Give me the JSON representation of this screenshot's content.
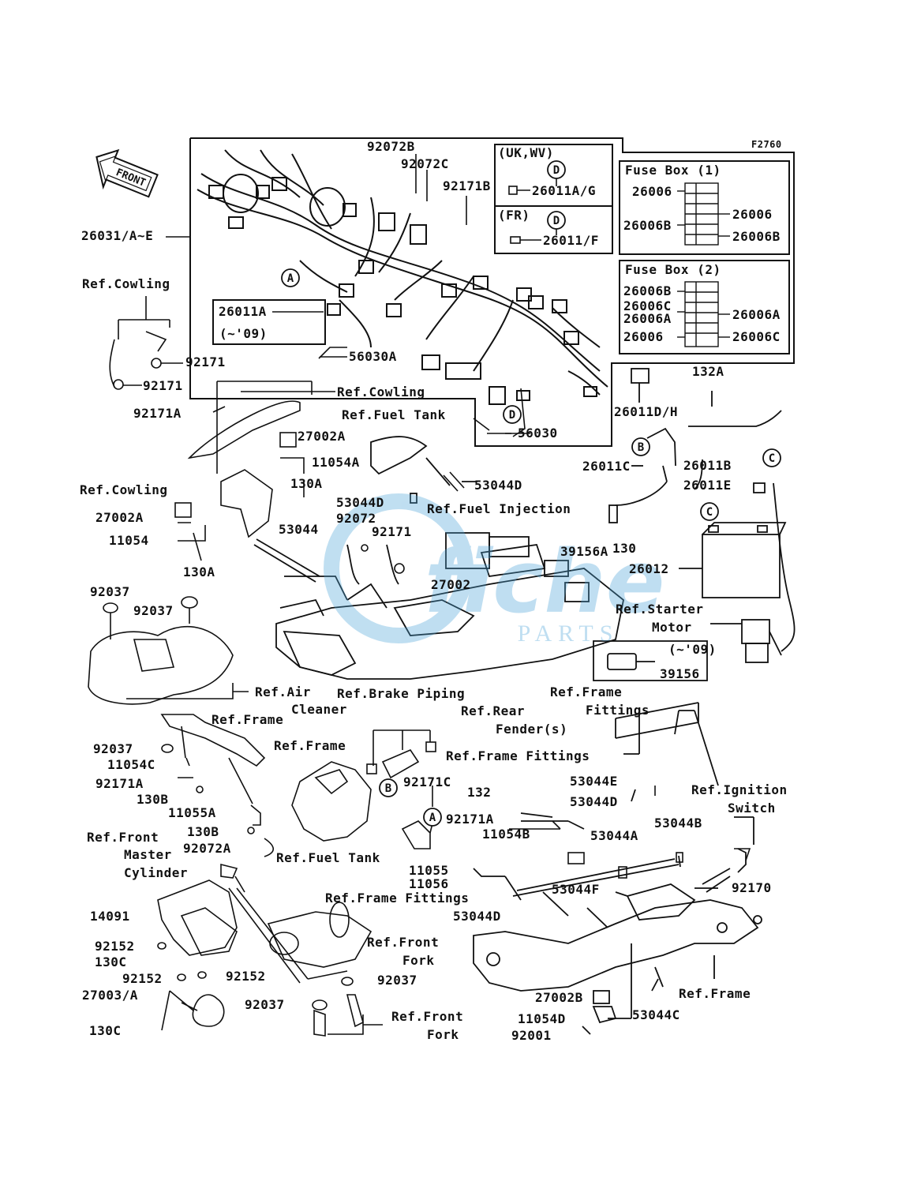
{
  "figure_code": "F2760",
  "front_label": "FRONT",
  "watermark": {
    "brand": "fiche",
    "sub": "PARTS",
    "color": "#4aa3d8"
  },
  "callouts": {
    "A": "A",
    "B": "B",
    "C": "C",
    "D": "D"
  },
  "inset_top": {
    "uk_wv_label": "(UK,WV)",
    "uk_wv_part": "26011A/G",
    "fr_label": "(FR)",
    "fr_part": "26011/F"
  },
  "fuse_box_1": {
    "title": "Fuse Box (1)",
    "left": [
      "26006",
      "26006B"
    ],
    "right": [
      "26006",
      "26006B"
    ]
  },
  "fuse_box_2": {
    "title": "Fuse Box (2)",
    "left": [
      "26006B",
      "26006C",
      "26006A",
      "26006"
    ],
    "right": [
      "26006A",
      "26006C"
    ]
  },
  "labels": {
    "p92072B": "92072B",
    "p92072C": "92072C",
    "p92171B": "92171B",
    "p26031": "26031/A~E",
    "p26011A": "26011A",
    "until09a": "(~'09)",
    "p56030A": "56030A",
    "p56030": "56030",
    "p26011DH": "26011D/H",
    "p132A": "132A",
    "p26011C": "26011C",
    "p26011B": "26011B",
    "p26011E": "26011E",
    "p130": "130",
    "p26012": "26012",
    "ref_starter_1": "Ref.Starter",
    "ref_starter_2": "Motor",
    "until09b": "(~'09)",
    "p39156": "39156",
    "p39156A": "39156A",
    "ref_cowling_1": "Ref.Cowling",
    "p92171_1": "92171",
    "p92171_2": "92171",
    "p92171A_1": "92171A",
    "ref_cowling_2": "Ref.Cowling",
    "ref_fuel_tank_1": "Ref.Fuel Tank",
    "p27002A_1": "27002A",
    "p11054A": "11054A",
    "ref_cowling_3": "Ref.Cowling",
    "p130A_1": "130A",
    "p27002A_2": "27002A",
    "p11054": "11054",
    "p130A_2": "130A",
    "p53044D_1": "53044D",
    "p53044D_2": "53044D",
    "p92072": "92072",
    "ref_fuel_inj": "Ref.Fuel Injection",
    "p53044": "53044",
    "p92171_3": "92171",
    "p27002": "27002",
    "p92037_1": "92037",
    "p92037_2": "92037",
    "ref_air_1": "Ref.Air",
    "ref_air_2": "Cleaner",
    "ref_brake": "Ref.Brake Piping",
    "ref_rear_1": "Ref.Rear",
    "ref_rear_2": "Fender(s)",
    "ref_frame_fit_1a": "Ref.Frame",
    "ref_frame_fit_1b": "Fittings",
    "ref_frame_1": "Ref.Frame",
    "p92037_3": "92037",
    "p11054C": "11054C",
    "p92171A_2": "92171A",
    "p130B_1": "130B",
    "p11055A": "11055A",
    "p130B_2": "130B",
    "ref_frame_2": "Ref.Frame",
    "p92171C": "92171C",
    "p132": "132",
    "ref_frame_fit_2": "Ref.Frame Fittings",
    "p53044E": "53044E",
    "p53044D_3": "53044D",
    "p92171A_3": "92171A",
    "p11054B": "11054B",
    "ref_ign_1": "Ref.Ignition",
    "ref_ign_2": "Switch",
    "p53044B": "53044B",
    "p53044A": "53044A",
    "ref_front_master_1": "Ref.Front",
    "ref_front_master_2": "Master",
    "ref_front_master_3": "Cylinder",
    "p92072A": "92072A",
    "ref_fuel_tank_2": "Ref.Fuel Tank",
    "p11055": "11055",
    "p11056": "11056",
    "ref_frame_fit_3": "Ref.Frame Fittings",
    "p53044F": "53044F",
    "p92170": "92170",
    "p53044D_4": "53044D",
    "p14091": "14091",
    "p92152_1": "92152",
    "p130C_1": "130C",
    "ref_front_fork_1a": "Ref.Front",
    "ref_front_fork_1b": "Fork",
    "p92152_2": "92152",
    "p92152_3": "92152",
    "p27003": "27003/A",
    "p92037_4": "92037",
    "p92037_5": "92037",
    "ref_front_fork_2a": "Ref.Front",
    "ref_front_fork_2b": "Fork",
    "p130C_2": "130C",
    "p27002B": "27002B",
    "p11054D": "11054D",
    "p92001": "92001",
    "p53044C": "53044C",
    "ref_frame_3": "Ref.Frame"
  }
}
